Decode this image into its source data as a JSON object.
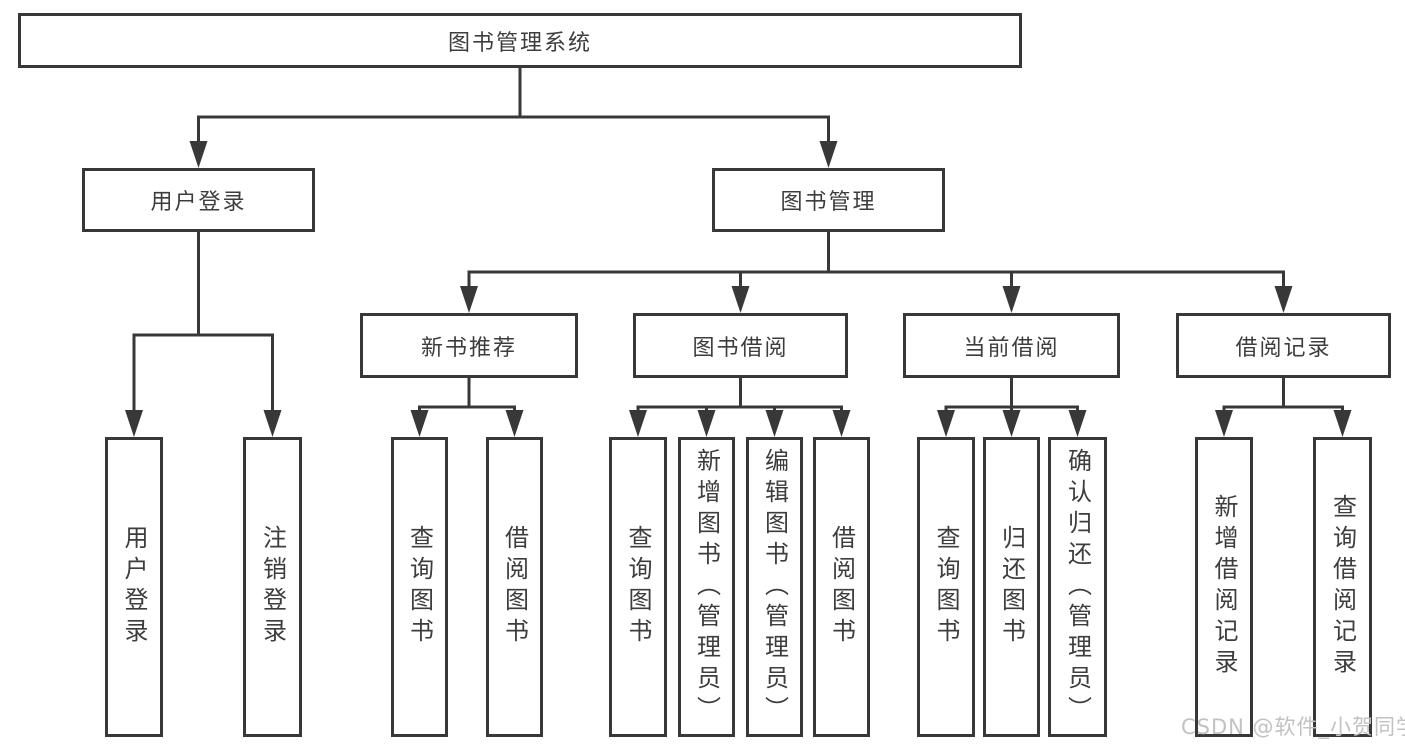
{
  "diagram_title": "图书管理系统",
  "tree": {
    "root": "图书管理系统",
    "branches": [
      {
        "label": "用户登录",
        "children": [
          {
            "label": "用户登录"
          },
          {
            "label": "注销登录"
          }
        ]
      },
      {
        "label": "图书管理",
        "children": [
          {
            "label": "新书推荐",
            "children": [
              {
                "label": "查询图书"
              },
              {
                "label": "借阅图书"
              }
            ]
          },
          {
            "label": "图书借阅",
            "children": [
              {
                "label": "查询图书"
              },
              {
                "label": "新增图书（管理员）"
              },
              {
                "label": "编辑图书（管理员）"
              },
              {
                "label": "借阅图书"
              }
            ]
          },
          {
            "label": "当前借阅",
            "children": [
              {
                "label": "查询图书"
              },
              {
                "label": "归还图书"
              },
              {
                "label": "确认归还（管理员）"
              }
            ]
          },
          {
            "label": "借阅记录",
            "children": [
              {
                "label": "新增借阅记录"
              },
              {
                "label": "查询借阅记录"
              }
            ]
          }
        ]
      }
    ]
  },
  "watermark": {
    "text": "CSDN @软件_小贺同学"
  },
  "colors": {
    "line": "#383838",
    "text": "#3d3d3d",
    "watermark": "#c2c2c2",
    "background": "#ffffff"
  }
}
